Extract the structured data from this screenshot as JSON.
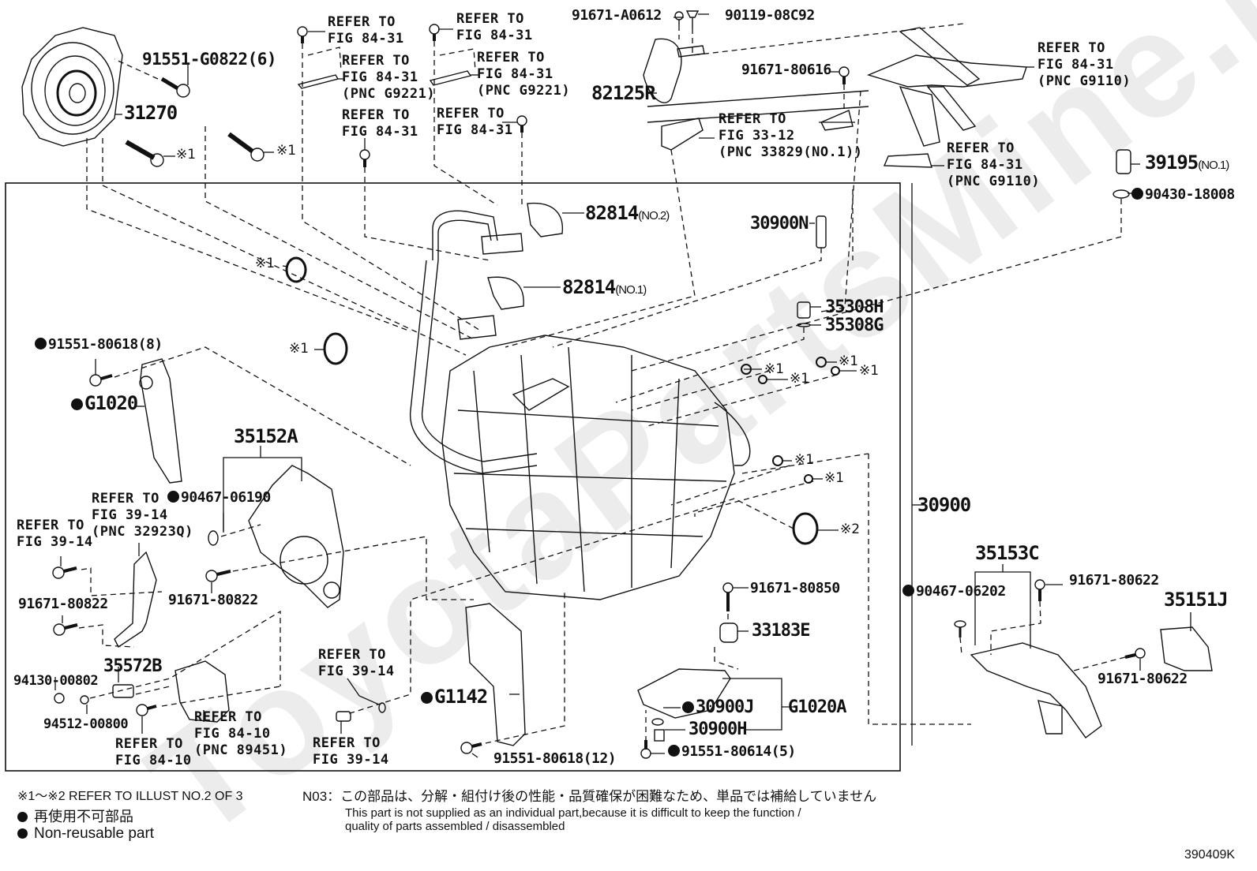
{
  "watermark": "ToyotaPartsMine.ru",
  "figure_code": "390409K",
  "legend": {
    "refer_note": "※1～※2 REFER TO ILLUST NO.2 OF 3",
    "non_reusable_jp": "再使用不可部品",
    "non_reusable_en": "Non-reusable part",
    "n03_code": "N03：",
    "n03_jp": "この部品は、分解・組付け後の性能・品質確保が困難なため、単品では補給していません",
    "n03_en_line1": "This part is not supplied as an individual part,because it is difficult to keep the function /",
    "n03_en_line2": "quality of parts assembled / disassembled"
  },
  "parts": {
    "p91551_G0822": "91551-G0822(6)",
    "p31270": "31270",
    "p91671_A0612": "91671-A0612",
    "p90119_08C92": "90119-08C92",
    "p82125R": "82125R",
    "p91671_80616": "91671-80616",
    "p39195": "39195",
    "p39195_sub": "(NO.1)",
    "p90430_18008": "90430-18008",
    "p82814_a": "82814",
    "p82814_a_sub": "(NO.2)",
    "p82814_b": "82814",
    "p82814_b_sub": "(NO.1)",
    "p30900N": "30900N",
    "p35308H": "35308H",
    "p35308G": "35308G",
    "p91551_80618_8": "91551-80618(8)",
    "pG1020": "G1020",
    "p35152A": "35152A",
    "p90467_06190": "90467-06190",
    "p91671_80822_a": "91671-80822",
    "p91671_80822_b": "91671-80822",
    "p30900": "30900",
    "p35153C": "35153C",
    "p90467_06202": "90467-06202",
    "p91671_80622_a": "91671-80622",
    "p35151J": "35151J",
    "p91671_80622_b": "91671-80622",
    "p91671_80850": "91671-80850",
    "p33183E": "33183E",
    "p30900J": "30900J",
    "pG1020A": "G1020A",
    "p30900H": "30900H",
    "p91551_80614": "91551-80614(5)",
    "pG1142": "G1142",
    "p91551_80618_12": "91551-80618(12)",
    "p35572B": "35572B",
    "p94130_00802": "94130-00802",
    "p94512_00800": "94512-00800"
  },
  "refs": {
    "r1": "REFER TO\nFIG 84-31",
    "r2": "REFER TO\nFIG 84-31\n(PNC G9221)",
    "r3": "REFER TO\nFIG 84-31",
    "r4": "REFER TO\nFIG 84-31",
    "r5": "REFER TO\nFIG 84-31\n(PNC G9221)",
    "r6": "REFER TO\nFIG 84-31",
    "r7": "REFER TO\nFIG 33-12\n(PNC 33829(NO.1))",
    "r8": "REFER TO\nFIG 84-31\n(PNC G9110)",
    "r9": "REFER TO\nFIG 84-31\n(PNC G9110)",
    "r10": "REFER TO\nFIG 39-14\n(PNC 32923Q)",
    "r11": "REFER TO\nFIG 39-14",
    "r12": "REFER TO\nFIG 84-10\n(PNC 89451)",
    "r13": "REFER TO\nFIG 84-10",
    "r14": "REFER TO\nFIG 39-14",
    "r15": "REFER TO\nFIG 39-14"
  },
  "markers": {
    "m1": "※1",
    "m2": "※2"
  }
}
